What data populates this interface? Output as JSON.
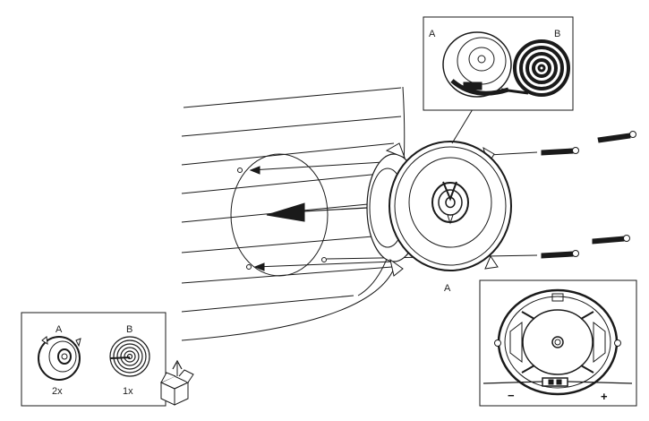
{
  "inset_top": {
    "label_a": "A",
    "label_b": "B"
  },
  "main": {
    "label_a": "A"
  },
  "inset_bottom_left": {
    "label_a": "A",
    "label_b": "B",
    "qty_a": "2x",
    "qty_b": "1x"
  },
  "inset_bottom_right": {
    "minus": "−",
    "plus": "+"
  },
  "colors": {
    "line": "#1a1a1a",
    "background": "#ffffff"
  }
}
